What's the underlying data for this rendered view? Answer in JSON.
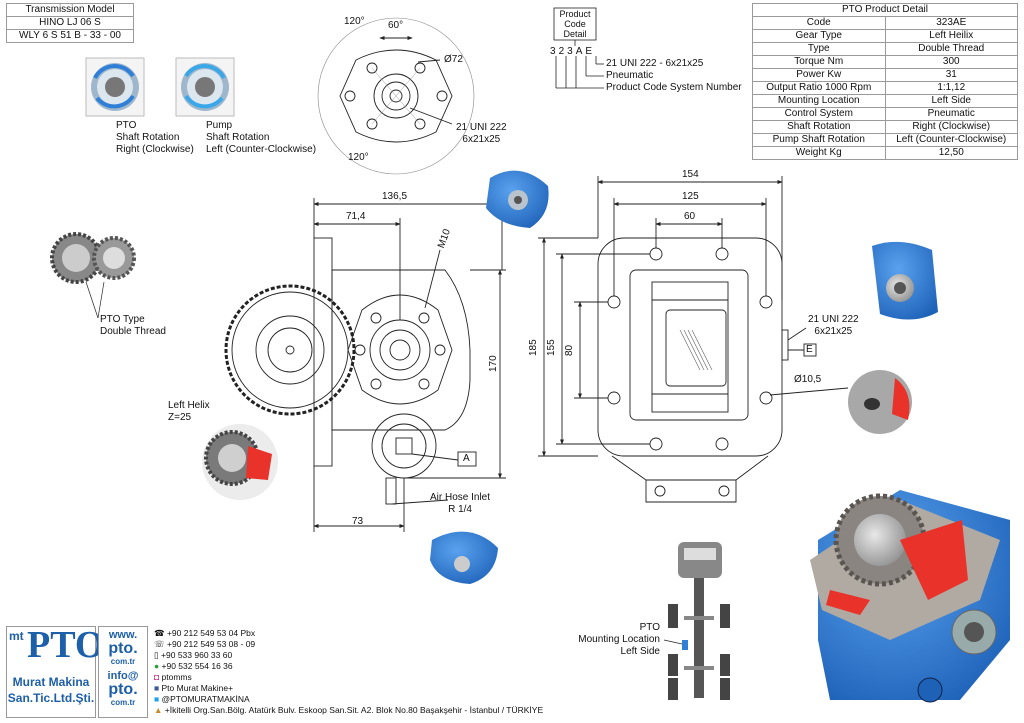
{
  "transmission": {
    "title": "Transmission Model",
    "line1": "HINO LJ 06 S",
    "line2": "WLY 6 S 51 B - 33 - 00"
  },
  "pto_detail": {
    "title": "PTO Product Detail",
    "rows": [
      {
        "label": "Code",
        "value": "323AE"
      },
      {
        "label": "Gear Type",
        "value": "Left Heilix"
      },
      {
        "label": "Type",
        "value": "Double Thread"
      },
      {
        "label": "Torque Nm",
        "value": "300"
      },
      {
        "label": "Power Kw",
        "value": "31"
      },
      {
        "label": "Output Ratio 1000 Rpm",
        "value": "1:1,12"
      },
      {
        "label": "Mounting Location",
        "value": "Left Side"
      },
      {
        "label": "Control System",
        "value": "Pneumatic"
      },
      {
        "label": "Shaft Rotation",
        "value": "Right (Clockwise)"
      },
      {
        "label": "Pump Shaft Rotation",
        "value": "Left (Counter-Clockwise)"
      },
      {
        "label": "Weight Kg",
        "value": "12,50"
      }
    ]
  },
  "product_code": {
    "header_line1": "Product",
    "header_line2": "Code",
    "header_line3": "Detail",
    "chars": [
      "3",
      "2",
      "3",
      "A",
      "E"
    ],
    "legend": [
      "21 UNI 222 - 6x21x25",
      "Pneumatic",
      "Product Code System Number"
    ]
  },
  "rotation": {
    "pto_title": "PTO",
    "pto_line2": "Shaft Rotation",
    "pto_line3": "Right (Clockwise)",
    "pump_title": "Pump",
    "pump_line2": "Shaft Rotation",
    "pump_line3": "Left (Counter-Clockwise)"
  },
  "flange_dims": {
    "angle_top": "120°",
    "angle_60": "60°",
    "dia": "Ø72",
    "angle_bottom": "120°",
    "spline_line1": "21 UNI 222",
    "spline_line2": "6x21x25"
  },
  "pto_type": {
    "line1": "PTO Type",
    "line2": "Double Thread"
  },
  "helix": {
    "line1": "Left Helix",
    "line2": "Z=25"
  },
  "side_view": {
    "d_136": "136,5",
    "d_71": "71,4",
    "m10": "M10",
    "d_170": "170",
    "d_73": "73",
    "marker_a": "A",
    "air_line1": "Air Hose Inlet",
    "air_line2": "R 1/4"
  },
  "front_view": {
    "d_154": "154",
    "d_125": "125",
    "d_60": "60",
    "d_185": "185",
    "d_155": "155",
    "d_80": "80",
    "spline_line1": "21 UNI 222",
    "spline_line2": "6x21x25",
    "marker_e": "E",
    "hole_dia": "Ø10,5"
  },
  "mounting": {
    "line1": "PTO",
    "line2": "Mounting Location",
    "line3": "Left Side"
  },
  "logo": {
    "mt": "mt",
    "pto": "PTO",
    "company_line1": "Murat Makina",
    "company_line2": "San.Tic.Ltd.Şti.",
    "www": "www.",
    "pto_small": "pto.",
    "comtr": "com.tr",
    "info": "info@",
    "pto_small2": "pto.",
    "comtr2": "com.tr"
  },
  "contacts": [
    {
      "icon": "phone-icon",
      "text": "+90 212 549 53 04  Pbx"
    },
    {
      "icon": "fax-icon",
      "text": "+90 212 549 53 08 - 09"
    },
    {
      "icon": "mobile-icon",
      "text": "+90 533 960 33 60"
    },
    {
      "icon": "whatsapp-icon",
      "text": "+90 532 554 16 36"
    },
    {
      "icon": "instagram-icon",
      "text": "ptomms"
    },
    {
      "icon": "facebook-icon",
      "text": "Pto Murat Makine+"
    },
    {
      "icon": "twitter-icon",
      "text": "@PTOMURATMAKİNA"
    },
    {
      "icon": "location-icon",
      "text": "+İkitelli Org.San.Bölg. Atatürk Bulv. Eskoop San.Sit. A2. Blok No.80 Başakşehir - İstanbul / TÜRKİYE"
    }
  ],
  "colors": {
    "blue": "#2f7fd6",
    "red": "#e8322a",
    "logo_blue": "#1d5fa8"
  }
}
